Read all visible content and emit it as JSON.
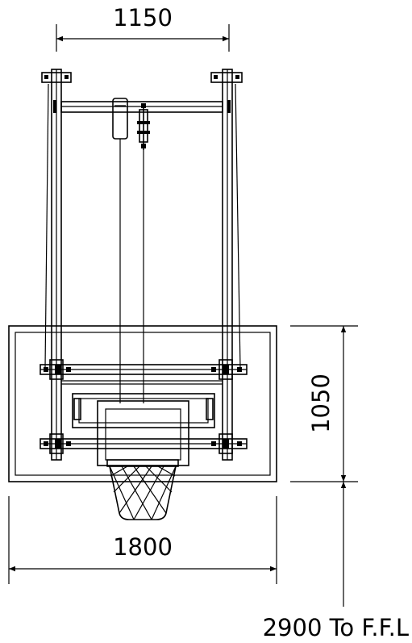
{
  "dimensions": {
    "top_width": "1150",
    "board_height": "1050",
    "board_width": "1800",
    "mount_height": "2900 To F.F.L"
  }
}
